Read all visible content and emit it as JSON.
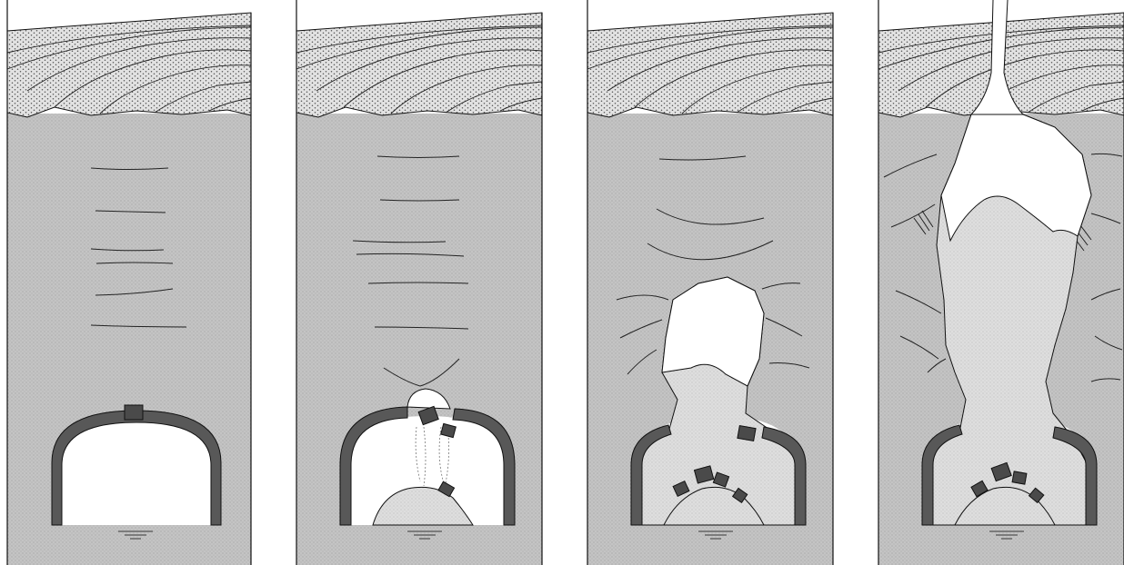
{
  "figure": {
    "panel_count": 4,
    "colors": {
      "background": "#ffffff",
      "rock_mass": "#c2c2c2",
      "overburden": "#e2e2e2",
      "stipple": "#555555",
      "lining": "#555555",
      "outline": "#111111",
      "collapsed_debris": "#dcdcdc",
      "cavity": "#ffffff"
    },
    "panels": [
      {
        "stage": 1,
        "lining_intact": true
      },
      {
        "stage": 2,
        "lining_intact": false
      },
      {
        "stage": 3,
        "lining_intact": false
      },
      {
        "stage": 4,
        "lining_intact": false
      }
    ]
  }
}
